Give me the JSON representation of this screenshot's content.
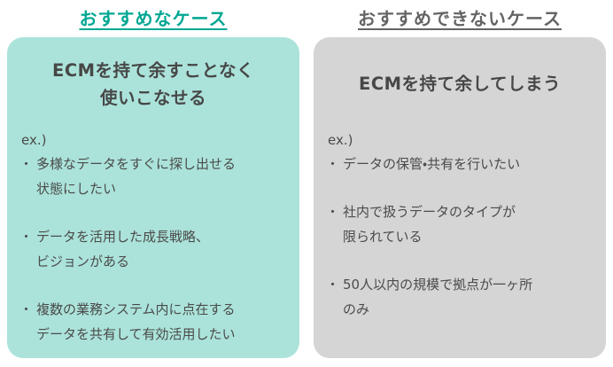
{
  "colors": {
    "accent_teal": "#00A793",
    "mint_bg": "#ABE3DA",
    "gray_bg": "#D5D5D5",
    "gray_title": "#646464",
    "text_dark": "#474747",
    "text_body": "#4B4B4B"
  },
  "cards": [
    {
      "id": "recommended",
      "title": "おすすめなケース",
      "heading": "ECMを持て余すことなく\n使いこなせる",
      "example_label": "ex.)",
      "items": [
        "多様なデータをすぐに探し出せる\n状態にしたい",
        "データを活用した成長戦略、\nビジョンがある",
        "複数の業務システム内に点在する\nデータを共有して有効活用したい"
      ]
    },
    {
      "id": "not-recommended",
      "title": "おすすめできないケース",
      "heading": "ECMを持て余してしまう",
      "example_label": "ex.)",
      "items": [
        "データの保管・共有を行いたい",
        "社内で扱うデータのタイプが\n限られている",
        "50人以内の規模で拠点が一ヶ所\nのみ"
      ]
    }
  ]
}
